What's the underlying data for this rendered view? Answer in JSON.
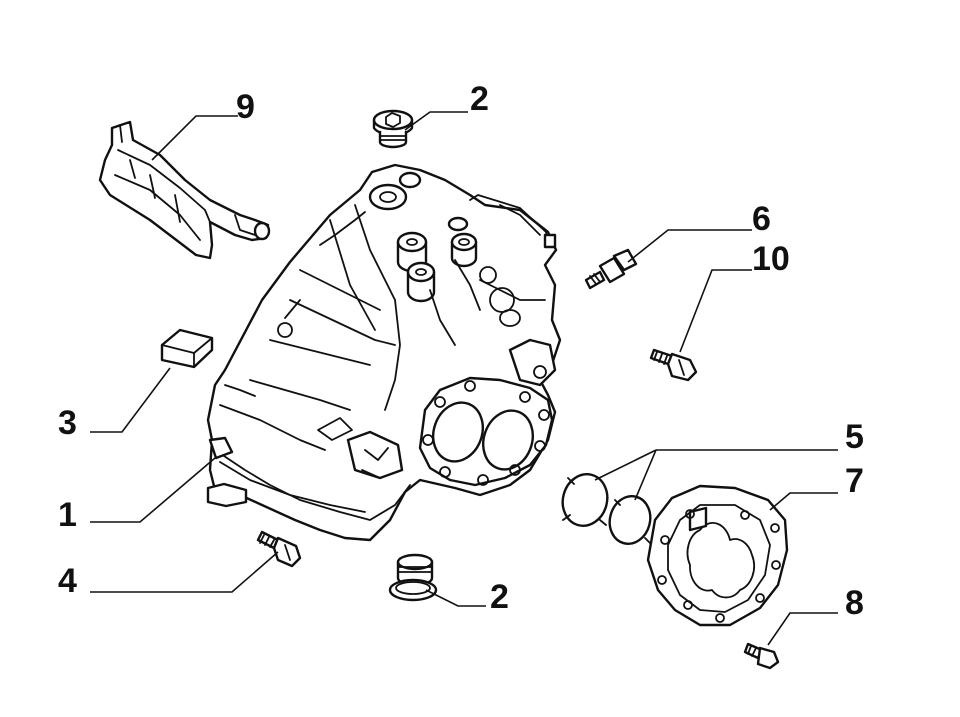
{
  "diagram": {
    "callouts": {
      "c1": "1",
      "c2a": "2",
      "c2b": "2",
      "c3": "3",
      "c4": "4",
      "c5": "5",
      "c6": "6",
      "c7": "7",
      "c8": "8",
      "c9": "9",
      "c10": "10"
    }
  }
}
